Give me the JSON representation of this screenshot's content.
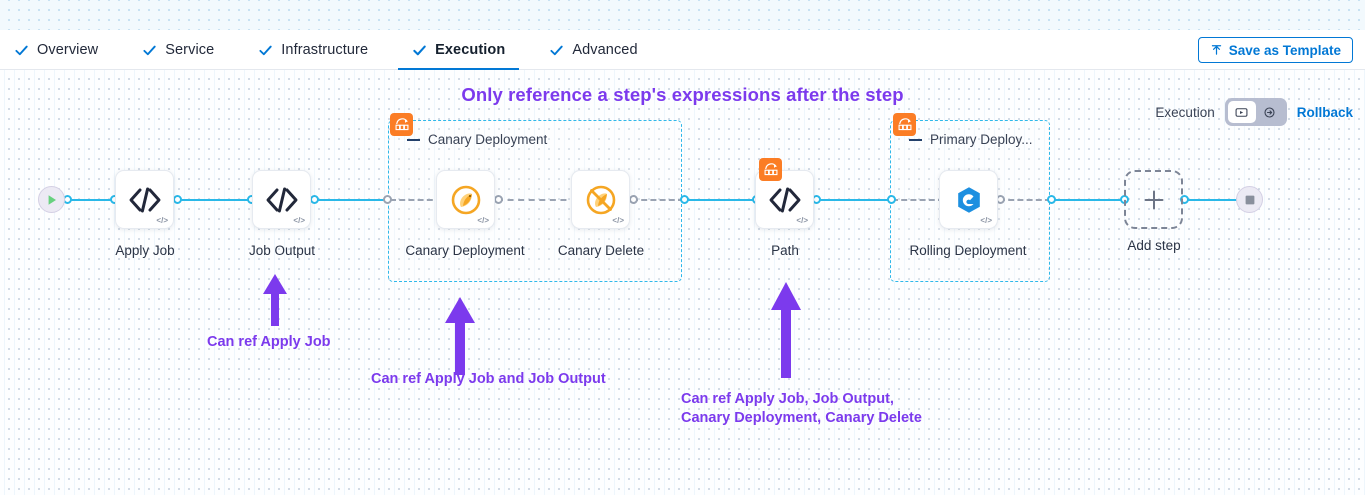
{
  "colors": {
    "accent_blue": "#0278d5",
    "link_blue": "#29b8e8",
    "purple": "#7c3aed",
    "orange_badge": "#fb7d25",
    "group_border": "#2eb8ea",
    "gray_dash": "#9aa3b2"
  },
  "tabbar": {
    "tabs": [
      {
        "label": "Overview",
        "icon": "check-icon",
        "active": false
      },
      {
        "label": "Service",
        "icon": "check-icon",
        "active": false
      },
      {
        "label": "Infrastructure",
        "icon": "check-icon",
        "active": false
      },
      {
        "label": "Execution",
        "icon": "check-icon",
        "active": true
      },
      {
        "label": "Advanced",
        "icon": "check-icon",
        "active": false
      }
    ],
    "save_template_label": "Save as Template",
    "save_template_icon": "upload-icon"
  },
  "canvas": {
    "headline": "Only reference a step's expressions after the step",
    "execution_label": "Execution",
    "rollback_label": "Rollback",
    "toggle": {
      "execution_icon": "execution-play-box-icon",
      "rollback_icon": "rollback-arrow-icon",
      "selected": "execution"
    }
  },
  "pipeline": {
    "start_node": {
      "name": "start-node",
      "icon": "play-icon"
    },
    "end_node": {
      "name": "end-node",
      "icon": "stop-square-icon"
    },
    "steps": [
      {
        "id": "apply-job",
        "label": "Apply Job",
        "icon": "shell-script-icon",
        "badge": null
      },
      {
        "id": "job-output",
        "label": "Job Output",
        "icon": "shell-script-icon",
        "badge": null
      },
      {
        "id": "canary-deployment",
        "label": "Canary Deployment",
        "icon": "canary-bird-icon",
        "badge": null
      },
      {
        "id": "canary-delete",
        "label": "Canary Delete",
        "icon": "canary-delete-icon",
        "badge": null
      },
      {
        "id": "path",
        "label": "Path",
        "icon": "shell-script-icon",
        "badge": "step-group-icon"
      },
      {
        "id": "rolling-deployment",
        "label": "Rolling Deployment",
        "icon": "rolling-deploy-icon",
        "badge": null
      }
    ],
    "groups": [
      {
        "id": "canary-deployment-group",
        "title": "Canary Deployment",
        "badge": "step-group-icon"
      },
      {
        "id": "primary-deployment-group",
        "title": "Primary Deploy...",
        "badge": "step-group-icon"
      }
    ],
    "add_step": {
      "label": "Add step",
      "icon": "plus-icon"
    }
  },
  "annotations": [
    {
      "id": "anno-apply-job",
      "text": "Can ref Apply Job"
    },
    {
      "id": "anno-canary",
      "text": "Can ref Apply Job and Job Output"
    },
    {
      "id": "anno-path",
      "text": "Can ref Apply Job, Job Output,\nCanary Deployment, Canary Delete"
    }
  ]
}
